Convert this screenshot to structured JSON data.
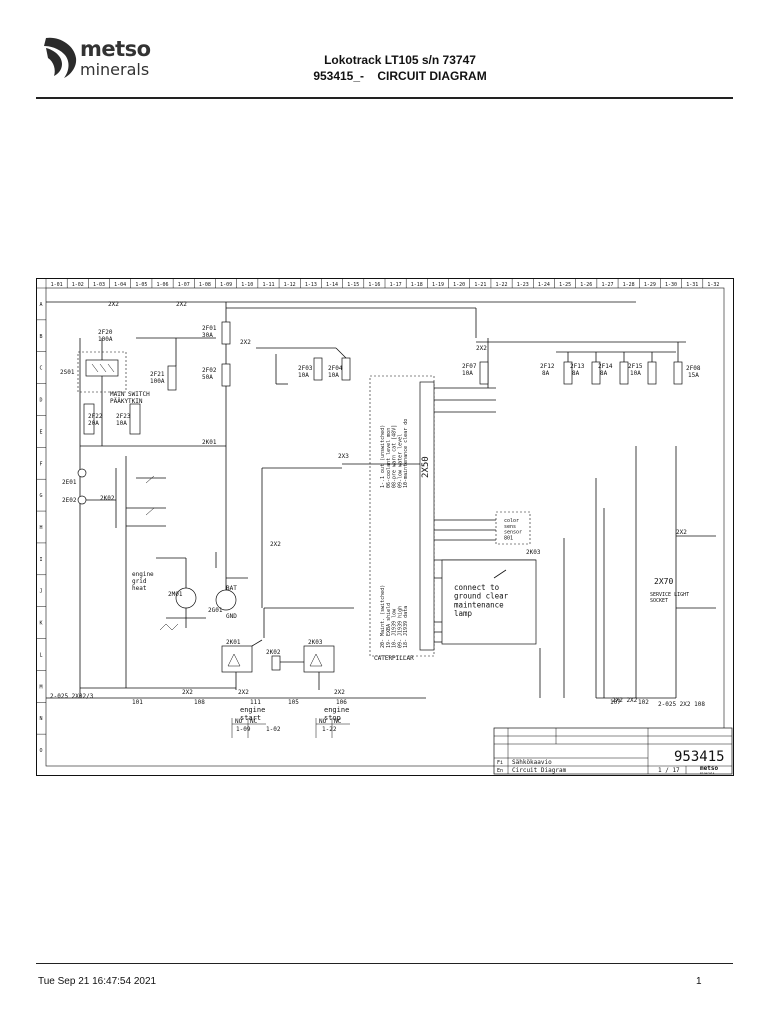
{
  "header": {
    "logo": {
      "word1": "metso",
      "word2": "minerals",
      "mark_color": "#2b2b2b"
    },
    "title_line1": "Lokotrack LT105 s/n 73747",
    "title_line2": "953415_-    CIRCUIT DIAGRAM"
  },
  "diagram": {
    "columns": [
      "1-01",
      "1-02",
      "1-03",
      "1-04",
      "1-05",
      "1-06",
      "1-07",
      "1-08",
      "1-09",
      "1-10",
      "1-11",
      "1-12",
      "1-13",
      "1-14",
      "1-15",
      "1-16",
      "1-17",
      "1-18",
      "1-19",
      "1-20",
      "1-21",
      "1-22",
      "1-23",
      "1-24",
      "1-25",
      "1-26",
      "1-27",
      "1-28",
      "1-29",
      "1-30",
      "1-31",
      "1-32"
    ],
    "rows": [
      "A",
      "B",
      "C",
      "D",
      "E",
      "F",
      "G",
      "H",
      "I",
      "J",
      "K",
      "L",
      "M",
      "N",
      "O"
    ],
    "fuses": [
      {
        "id": "2F20",
        "rating": "100A"
      },
      {
        "id": "2F01",
        "rating": "30A"
      },
      {
        "id": "2F02",
        "rating": "50A"
      },
      {
        "id": "2F21",
        "rating": "100A"
      },
      {
        "id": "2F22",
        "rating": "20A"
      },
      {
        "id": "2F23",
        "rating": "10A"
      },
      {
        "id": "2F03",
        "rating": "10A"
      },
      {
        "id": "2F04",
        "rating": "10A"
      },
      {
        "id": "2F07",
        "rating": "10A"
      },
      {
        "id": "2F12",
        "rating": "8A"
      },
      {
        "id": "2F13",
        "rating": "8A"
      },
      {
        "id": "2F14",
        "rating": "8A"
      },
      {
        "id": "2F15",
        "rating": "10A"
      },
      {
        "id": "2F08",
        "rating": "15A"
      }
    ],
    "components": [
      "2S01",
      "2K01",
      "2E01",
      "2E02",
      "2K02",
      "2M01",
      "2G01",
      "2K03",
      "2X50",
      "2X70",
      "2K02",
      "2K01",
      "2K03"
    ],
    "labels": {
      "main_switch": "MAIN SWITCH\nPÄÄKYTKIN",
      "engine_grid": "engine\ngrid\nheat",
      "bat": "BAT",
      "gnd": "GND",
      "caterpillar": "CATERPILLAR",
      "connect": "connect to\nground clear\nmaintenance\nlamp",
      "color_sensor": "color\nsens\nsensor\n801",
      "service_light": "SERVICE LIGHT\nSOCKET",
      "engine_start": "engine\nstart",
      "engine_stop": "engine\nstop",
      "no": "NO",
      "nc": "NC",
      "ref_start": "1-09",
      "ref_stop": "1-22",
      "ref_02": "1-02",
      "data_lines": "1-.1 out (unswitched)\n06-coolant level mon\n08-pre warn cat [48V]\n09-low water level\n10-maintenance clear do",
      "data_lines2": "20- Maint. (switched)\n19- EXBA shield\n10- J1939 low\n09- J1939 high\n18- J1939 data"
    },
    "wire_tags": [
      "2X2",
      "2X3",
      "2X2",
      "2X2",
      "2X2",
      "2X2",
      "2X2 2X2",
      "2X2",
      "2X2",
      "2X2",
      "2X2"
    ],
    "bottom_refs": [
      "2-025 2X02/3",
      "2-025 2X2 108",
      "101",
      "108",
      "111",
      "105",
      "106",
      "107",
      "102"
    ]
  },
  "title_block": {
    "drawing_number": "953415",
    "description_fi": "Sähkökaavio",
    "description_en": "Circuit Diagram",
    "sheet": "1 / 17",
    "lang1": "Fi",
    "lang2": "En",
    "brand": "metso",
    "brand_sub": "minerals"
  },
  "footer": {
    "timestamp": "Tue Sep 21 16:47:54 2021",
    "page": "1"
  }
}
